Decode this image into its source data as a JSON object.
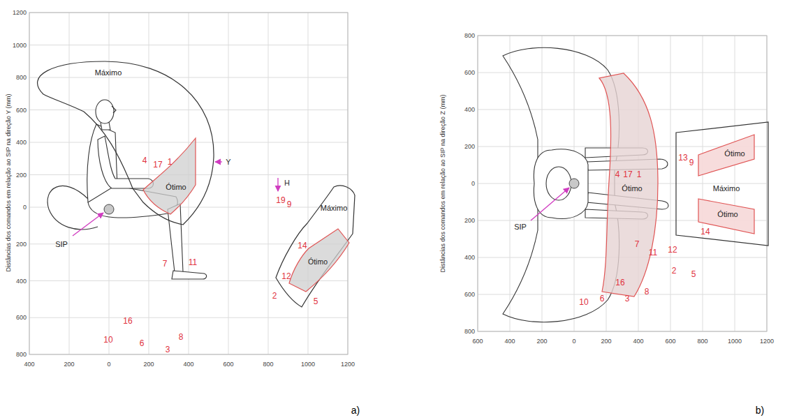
{
  "diagram": {
    "nodes": [
      {
        "text": [
          "Máximo"
        ]
      },
      {
        "text": [
          "Ótimo"
        ],
        "in": 0
      },
      {
        "text": [
          "Máximo"
        ]
      },
      {
        "text": [
          "Ótimo"
        ],
        "in": 2
      },
      {
        "text": [
          "Ótimo"
        ]
      },
      {
        "text": [
          "Máximo"
        ]
      },
      {
        "text": [
          "Ótimo"
        ],
        "in": 5
      },
      {
        "text": [
          "Ótimo"
        ],
        "in": 5
      }
    ],
    "labels": [
      "Distâncias dos comandos em relação ao SIP na direção Y (mm)",
      "1200",
      "1000",
      "800",
      "600",
      "400",
      "200",
      "0",
      "200",
      "400",
      "600",
      "800",
      "400",
      "200",
      "0",
      "200",
      "400",
      "600",
      "800",
      "1000",
      "1200",
      "Y",
      "H",
      "SIP",
      "4",
      "17",
      "1",
      "19",
      "9",
      "14",
      "7",
      "11",
      "12",
      "2",
      "5",
      "16",
      "10",
      "6",
      "8",
      "3",
      "a)",
      "Distâncias dos comandos em relação ao SIP na direção Z (mm)",
      "800",
      "600",
      "400",
      "200",
      "0",
      "200",
      "400",
      "600",
      "800",
      "600",
      "400",
      "200",
      "0",
      "200",
      "400",
      "600",
      "800",
      "1000",
      "1200",
      "SIP",
      "4",
      "17",
      "1",
      "13",
      "9",
      "14",
      "7",
      "11",
      "12",
      "2",
      "5",
      "16",
      "8",
      "3",
      "6",
      "10",
      "b)"
    ]
  }
}
